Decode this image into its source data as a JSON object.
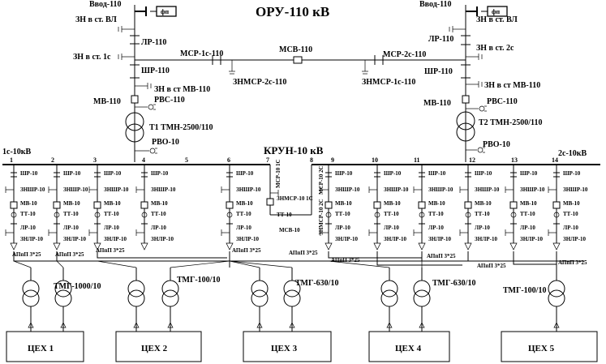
{
  "title": "ОРУ-110 кВ",
  "kru_title": "КРУН-10 кВ",
  "left_input": {
    "input": "Ввод-110",
    "fp": "фп",
    "zn_vl": "ЗН в ст. ВЛ",
    "lr": "ЛР-110",
    "zn_1s": "ЗН в ст. 1с",
    "shr": "ШР-110",
    "zn_mv": "ЗН в ст МВ-110",
    "mv": "МВ-110",
    "rvs": "РВС-110",
    "transformer": "Т1 ТМН-2500/110",
    "rvo": "РВО-10"
  },
  "right_input": {
    "input": "Ввод-110",
    "fp": "фп",
    "zn_vl": "ЗН в ст. ВЛ",
    "lr": "ЛР-110",
    "zn_2s": "ЗН в ст. 2с",
    "shr": "ШР-110",
    "zn_mv": "ЗН в ст МВ-110",
    "mv": "МВ-110",
    "rvs": "РВС-110",
    "transformer": "Т2 ТМН-2500/110",
    "rvo": "РВО-10"
  },
  "bus110": {
    "msr1": "МСР-1с-110",
    "msv": "МСВ-110",
    "msr2": "МСР-2с-110",
    "znmsr2": "ЗНМСР-2с-110",
    "znmsr1": "ЗНМСР-1с-110"
  },
  "bus10": {
    "left": "1с-10кВ",
    "right": "2с-10кВ"
  },
  "cell_labels": {
    "shr": "ШР-10",
    "znshr": "ЗНШР-10",
    "mv": "МВ-10",
    "tt": "ТТ-10",
    "lr": "ЛР-10",
    "znlr": "ЗНЛР-10"
  },
  "cell_numbers": [
    "1",
    "2",
    "3",
    "4",
    "5",
    "6",
    "7",
    "8",
    "9",
    "10",
    "11",
    "12",
    "13",
    "14"
  ],
  "sectional": {
    "msr": "МСР-10 1С",
    "znmsr": "ЗНМСР-10 1С",
    "tt": "ТТ-10",
    "msv": "МСВ-10",
    "msr2": "МСР-10 2С",
    "znmsr2": "ЗНМСР-10 2С"
  },
  "cable": "АПпП 3*25",
  "transformers": {
    "t1000": "ТМГ-1000/10",
    "t100a": "ТМГ-100/10",
    "t630a": "ТМГ-630/10",
    "t630b": "ТМГ-630/10",
    "t100b": "ТМГ-100/10"
  },
  "shops": [
    "ЦЕХ 1",
    "ЦЕХ 2",
    "ЦЕХ 3",
    "ЦЕХ 4",
    "ЦЕХ 5"
  ]
}
